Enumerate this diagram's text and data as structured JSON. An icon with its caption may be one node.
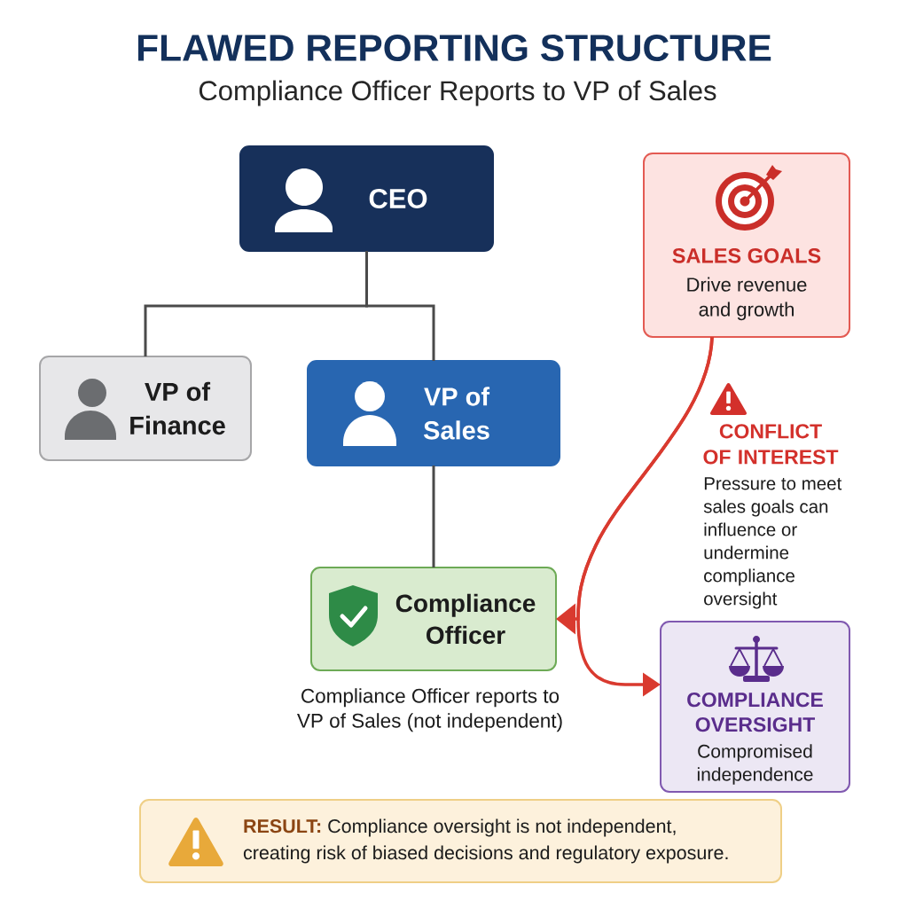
{
  "diagram": {
    "title": "FLAWED REPORTING STRUCTURE",
    "nodes": [
      {
        "text": [
          "CEO"
        ]
      },
      {
        "text": [
          "SALES GOALS",
          "Drive revenue and growth"
        ]
      },
      {
        "text": [
          "VP of Finance"
        ]
      },
      {
        "text": [
          "VP of Sales"
        ]
      },
      {
        "text": [
          "Compliance Officer"
        ],
        "beside": [
          "Compliance Officer reports to VP of Sales (not independent)"
        ]
      },
      {
        "text": [
          "COMPLIANCE OVERSIGHT",
          "Compromised independence"
        ]
      },
      {
        "text": [
          "**RESULT:** Compliance oversight is not independent, creating risk of biased decisions and regulatory exposure."
        ]
      }
    ],
    "edges": [
      {
        "from": 0,
        "to": 2,
        "arrow": "none"
      },
      {
        "from": 0,
        "to": 3,
        "arrow": "none"
      },
      {
        "from": 3,
        "to": 4,
        "arrow": "none"
      },
      {
        "from": 1,
        "to": 4,
        "arrow": "to",
        "color": "#d93a2f"
      },
      {
        "from": 1,
        "to": 5,
        "arrow": "to",
        "color": "#d93a2f"
      }
    ],
    "labels": [
      "Compliance Officer Reports to VP of Sales",
      "CONFLICT OF INTEREST",
      "Pressure to meet sales goals can influence or undermine compliance oversight"
    ]
  }
}
